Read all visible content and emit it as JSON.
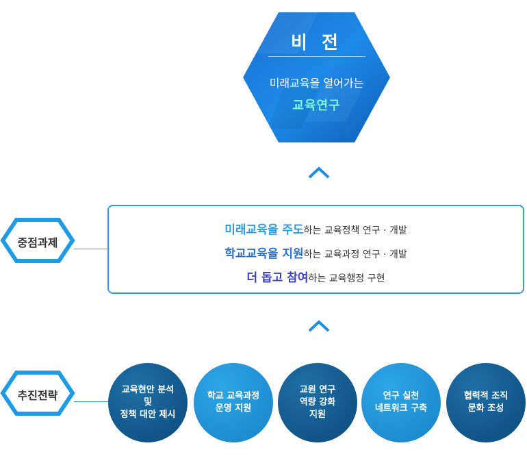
{
  "vision": {
    "title": "비 전",
    "subtitle": "미래교육을 열어가는",
    "highlight": "교육연구"
  },
  "tasks": {
    "label": "중점과제",
    "items": [
      {
        "emphasis": "미래교육을 주도",
        "rest": "하는 교육정책 연구 · 개발",
        "color": "#2a9de0"
      },
      {
        "emphasis": "학교교육을 지원",
        "rest": "하는 교육과정 연구 · 개발",
        "color": "#2a6fd1"
      },
      {
        "emphasis": "더 돕고 참여",
        "rest": "하는 교육행정 구현",
        "color": "#3b3fc4"
      }
    ]
  },
  "strategy": {
    "label": "추진전략",
    "items": [
      {
        "text": "교육현안 분석\n및\n정책 대안 제시"
      },
      {
        "text": "학교 교육과정\n운영 지원"
      },
      {
        "text": "교원 연구\n역량 강화\n지원"
      },
      {
        "text": "연구 실천\n네트워크 구축"
      },
      {
        "text": "협력적 조직\n문화 조성"
      }
    ]
  },
  "colors": {
    "primary_blue": "#2a9ee0",
    "dark_blue": "#0c4a7a",
    "light_blue": "#1983c9",
    "highlight_cyan": "#7ff5e0"
  }
}
